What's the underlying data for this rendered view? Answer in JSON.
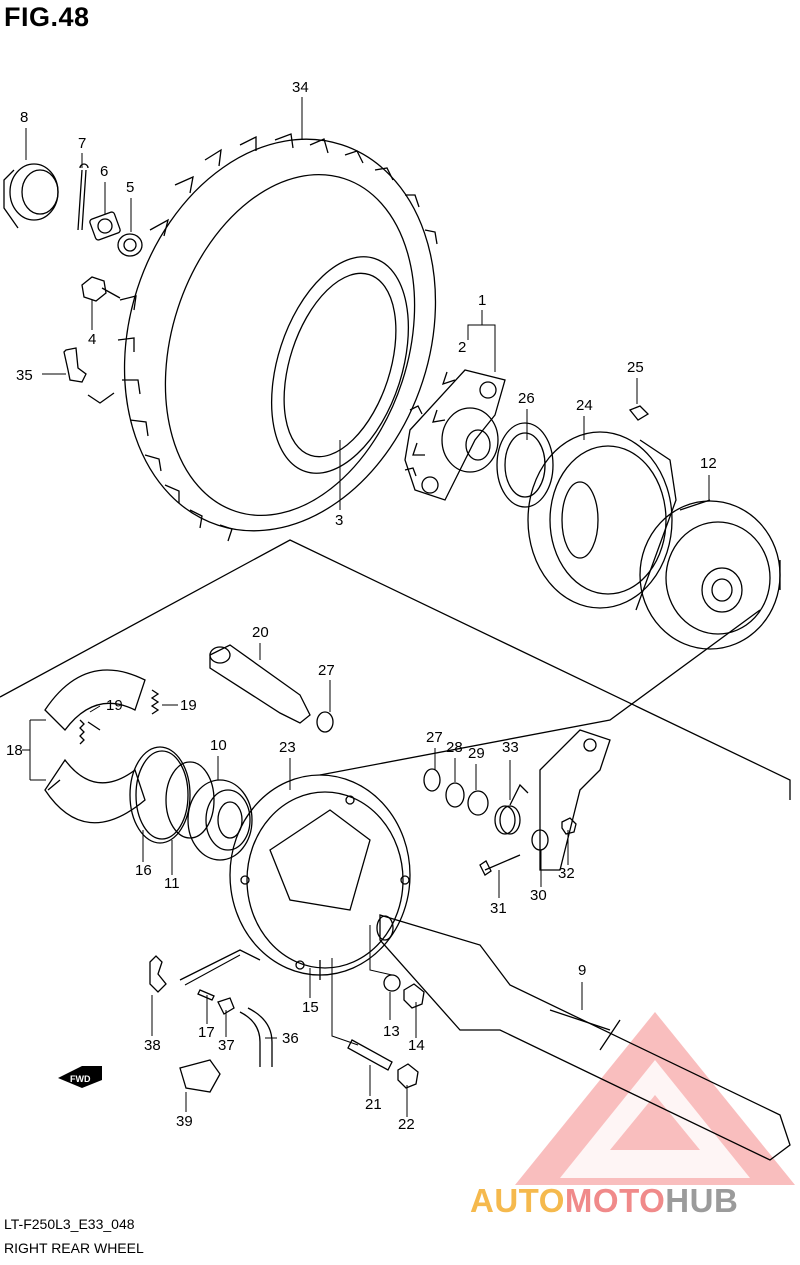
{
  "figure": {
    "title": "FIG.48",
    "code": "LT-F250L3_E33_048",
    "name": "RIGHT REAR WHEEL"
  },
  "watermark": {
    "part1": "AUTO",
    "part2": "MOTO",
    "part3": "HUB",
    "colors": {
      "auto": "#f5b94d",
      "moto": "#f08a8a",
      "hub": "#9b9b9b",
      "triangle": "#f06b6b"
    }
  },
  "fwd_label": "FWD",
  "callouts": {
    "c1": "1",
    "c2": "2",
    "c3": "3",
    "c4": "4",
    "c5": "5",
    "c6": "6",
    "c7": "7",
    "c8": "8",
    "c9": "9",
    "c10": "10",
    "c11": "11",
    "c12": "12",
    "c13": "13",
    "c14": "14",
    "c15": "15",
    "c16": "16",
    "c17": "17",
    "c18": "18",
    "c19a": "19",
    "c19b": "19",
    "c20": "20",
    "c21": "21",
    "c22": "22",
    "c23": "23",
    "c24": "24",
    "c25": "25",
    "c26": "26",
    "c27a": "27",
    "c27b": "27",
    "c28": "28",
    "c29": "29",
    "c30": "30",
    "c31": "31",
    "c32": "32",
    "c33": "33",
    "c34": "34",
    "c35": "35",
    "c36": "36",
    "c37": "37",
    "c38": "38",
    "c39": "39"
  }
}
